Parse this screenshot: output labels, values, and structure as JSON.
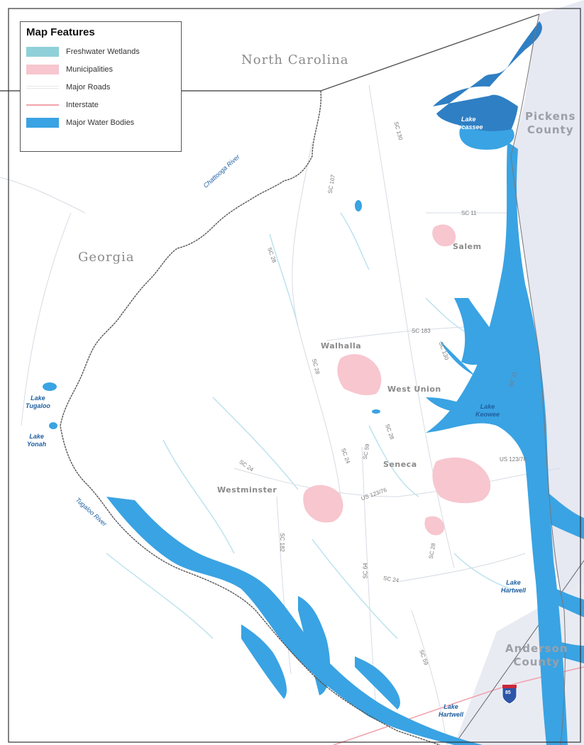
{
  "legend": {
    "title": "Map Features",
    "items": [
      {
        "label": "Freshwater Wetlands",
        "color": "#8fd0d9"
      },
      {
        "label": "Municipalities",
        "color": "#f7c6cf"
      },
      {
        "label": "Major Roads",
        "color": "#ffffff"
      },
      {
        "label": "Interstate",
        "color": "#f2a3ad"
      },
      {
        "label": "Major Water Bodies",
        "color": "#3aa3e3"
      }
    ]
  },
  "states": {
    "north_carolina": "North Carolina",
    "georgia": "Georgia"
  },
  "counties": {
    "pickens": [
      "Pickens",
      "County"
    ],
    "anderson": [
      "Anderson",
      "County"
    ]
  },
  "towns": {
    "walhalla": "Walhalla",
    "west_union": "West Union",
    "seneca": "Seneca",
    "westminster": "Westminster",
    "salem": "Salem"
  },
  "water_bodies": {
    "jocassee": [
      "Lake",
      "Jocassee"
    ],
    "keowee": [
      "Lake",
      "Keowee"
    ],
    "hartwell_mid": [
      "Lake",
      "Hartwell"
    ],
    "hartwell_south": [
      "Lake",
      "Hartwell"
    ],
    "tugaloo": [
      "Lake",
      "Tugaloo"
    ],
    "yonah": [
      "Lake",
      "Yonah"
    ]
  },
  "rivers": {
    "chattooga": "Chattooga River",
    "tugaloo": "Tugaloo River"
  },
  "roads": {
    "sc130": "SC 130",
    "sc107": "SC 107",
    "sc11": "SC 11",
    "sc28": "SC 28",
    "sc183": "SC 183",
    "sc28_walhalla": "SC 28",
    "sc130_keowee": "SC 130",
    "sc28_south": "SC 28",
    "sc11_east": "SC 11",
    "us123_east": "US 123/76",
    "us123": "US 123/76",
    "sc24": "SC 24",
    "sc59": "SC 59",
    "sc24_b": "SC 24",
    "sc182": "SC 182",
    "sc64": "SC 64",
    "sc28_b": "SC 28",
    "sc59_b": "SC 59",
    "i85": "85"
  },
  "colors": {
    "water": "#3aa3e3",
    "water_dark": "#2f7fc4",
    "municipality": "#f7c6cf",
    "wetland": "#8fd0d9",
    "neighbor_county": "#e6e8f2",
    "boundary": "#555555",
    "interstate": "#f2a3ad",
    "interstate_shield": "#2d55a8"
  }
}
